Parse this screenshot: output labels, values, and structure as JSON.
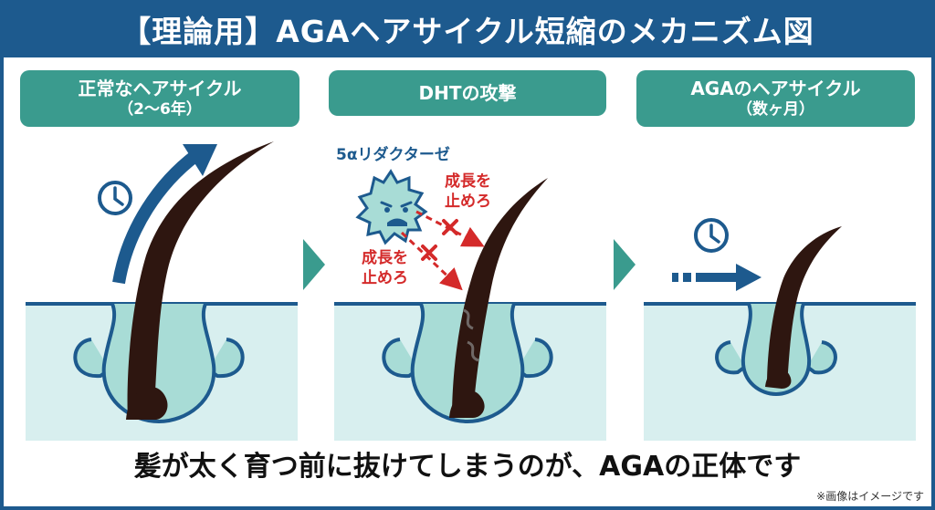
{
  "title": "【理論用】AGAヘアサイクル短縮のメカニズム図",
  "panels": [
    {
      "label": "正常なヘアサイクル",
      "sublabel": "（2〜6年）"
    },
    {
      "label": "DHTの攻撃",
      "sublabel": ""
    },
    {
      "label": "AGAのヘアサイクル",
      "sublabel": "（数ヶ月）"
    }
  ],
  "enzyme_label": "5αリダクターゼ",
  "stop_labels": [
    "成長を止めろ",
    "成長を止めろ"
  ],
  "stop_lines": [
    [
      "成長を",
      "止めろ"
    ],
    [
      "成長を",
      "止めろ"
    ]
  ],
  "bottom_message": "髪が太く育つ前に抜けてしまうのが、AGAの正体です",
  "note": "※画像はイメージです",
  "colors": {
    "brand_blue": "#1d5a8e",
    "teal": "#3a9b8e",
    "skin": "#d8efef",
    "hair": "#2e1610",
    "stop_red": "#d42a2a"
  },
  "icons": [
    "clock-icon",
    "arrow-up-icon",
    "chevron-right-icon",
    "enzyme-icon",
    "cross-icon",
    "dashed-arrow-icon"
  ]
}
